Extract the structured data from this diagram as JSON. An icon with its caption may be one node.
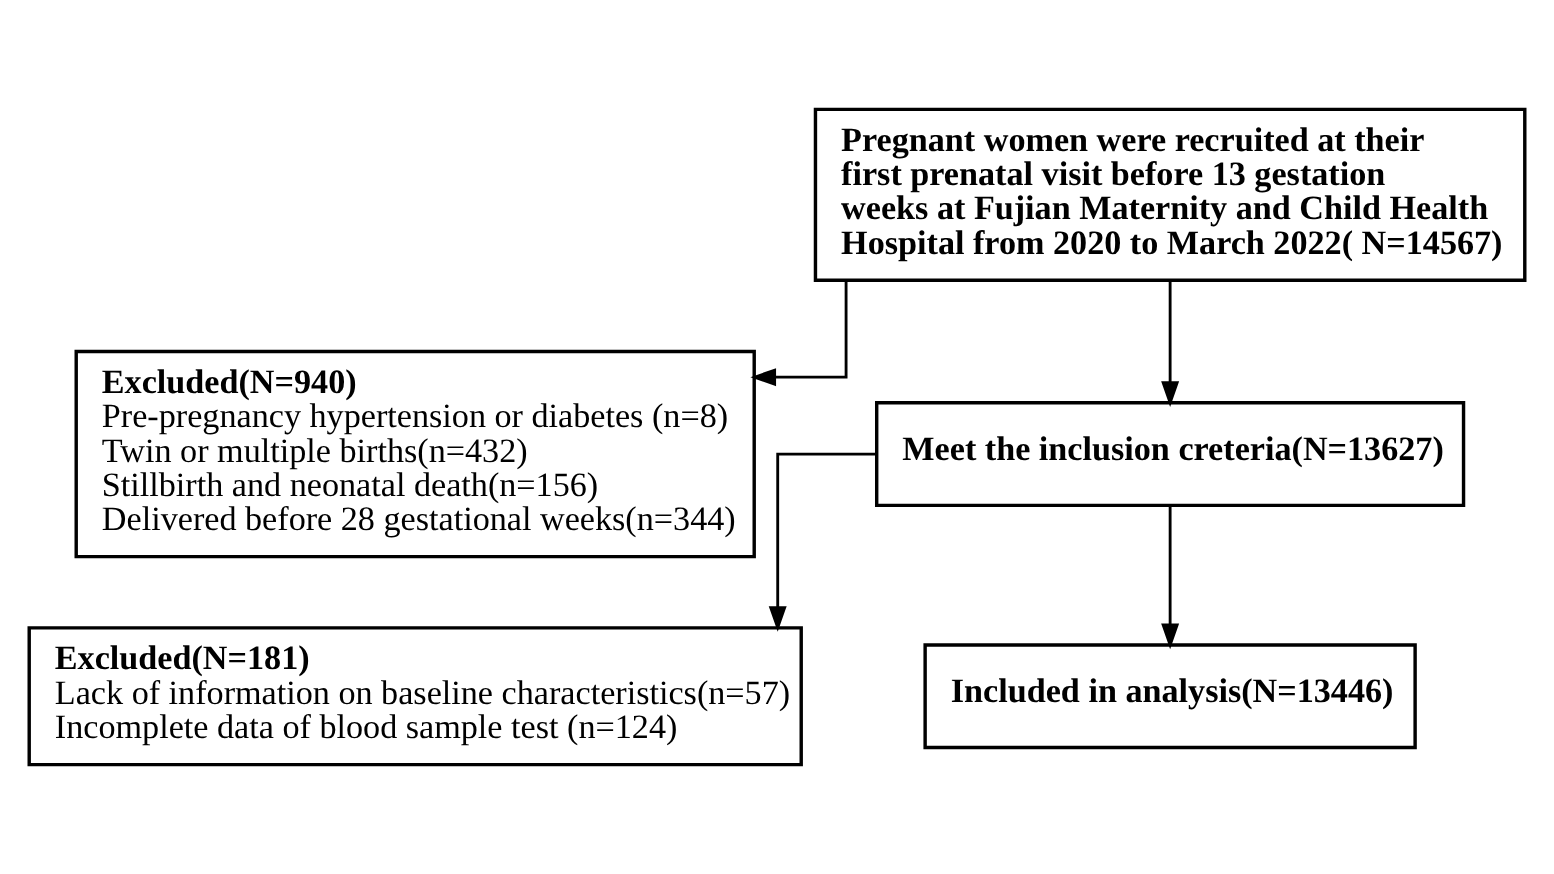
{
  "diagram": {
    "nodes": [
      {
        "text": [
          "Pregnant women were recruited at their first prenatal visit before 13 gestation weeks at Fujian Maternity and Child Health Hospital from 2020 to March 2022( N=14567)"
        ]
      },
      {
        "text": [
          "Excluded(N=940)",
          "Pre-pregnancy hypertension or diabetes (n=8)",
          "Twin or multiple births(n=432)",
          "Stillbirth and neonatal death(n=156)",
          "Delivered before 28 gestational weeks(n=344)"
        ]
      },
      {
        "text": [
          "Meet the inclusion creteria(N=13627)"
        ]
      },
      {
        "text": [
          "Excluded(N=181)",
          "Lack of information on baseline characteristics(n=57)",
          "Incomplete data of blood sample test (n=124)"
        ]
      },
      {
        "text": [
          "Included in analysis(N=13446)"
        ]
      }
    ],
    "edges": [
      {
        "from": 0,
        "to": 2,
        "arrow": "to"
      },
      {
        "from": 0,
        "to": 1,
        "arrow": "to"
      },
      {
        "from": 2,
        "to": 4,
        "arrow": "to"
      },
      {
        "from": 2,
        "to": 3,
        "arrow": "to"
      }
    ]
  }
}
